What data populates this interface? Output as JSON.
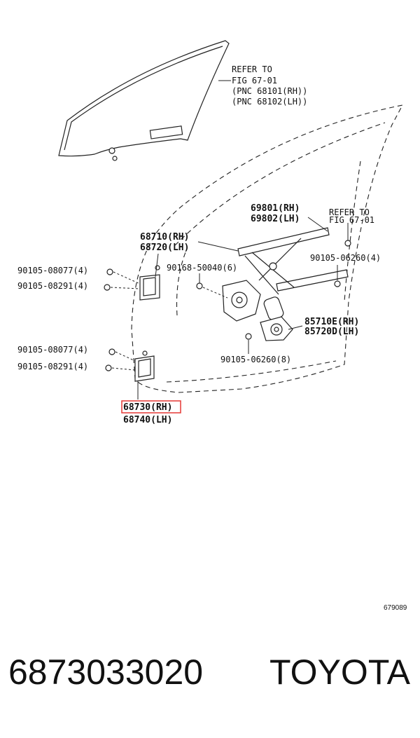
{
  "diagram": {
    "refer_top": [
      "REFER TO",
      "FIG 67-01",
      "(PNC 68101(RH))",
      "(PNC 68102(LH))"
    ],
    "refer_right": [
      "REFER TO",
      "FIG 67-01"
    ],
    "labels": {
      "p69801": "69801(RH)",
      "p69802": "69802(LH)",
      "p68710": "68710(RH)",
      "p68720": "68720(LH)",
      "b08077_top": "90105-08077(4)",
      "b08291_top": "90105-08291(4)",
      "b50040": "90168-50040(6)",
      "b06260_right": "90105-06260(4)",
      "p85710": "85710E(RH)",
      "p85720": "85720D(LH)",
      "b08077_bot": "90105-08077(4)",
      "b08291_bot": "90105-08291(4)",
      "b06260_bot": "90105-06260(8)",
      "p68730": "68730(RH)",
      "p68740": "68740(LH)",
      "fig_code": "679089"
    },
    "highlight_color": "#e53935"
  },
  "footer": {
    "part_number": "6873033020",
    "brand": "TOYOTA"
  }
}
